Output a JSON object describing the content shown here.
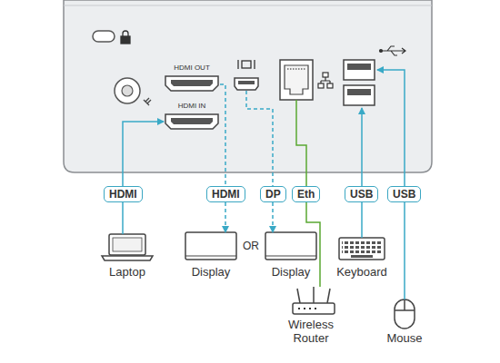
{
  "diagram": {
    "nodes": [
      {
        "text": [
          "HDMI OUT"
        ]
      },
      {
        "text": [
          "HDMI IN"
        ]
      },
      {
        "text": [
          "HDMI"
        ]
      },
      {
        "text": [
          "HDMI"
        ]
      },
      {
        "text": [
          "DP"
        ]
      },
      {
        "text": [
          "Eth"
        ]
      },
      {
        "text": [
          "USB"
        ]
      },
      {
        "text": [
          "USB"
        ]
      },
      {
        "text": [
          "Laptop"
        ]
      },
      {
        "text": [
          "Display"
        ]
      },
      {
        "text": [
          "Display"
        ]
      },
      {
        "text": [
          "Keyboard"
        ]
      },
      {
        "text": [
          "Wireless Router"
        ]
      },
      {
        "text": [
          "Mouse"
        ]
      }
    ],
    "edges": [
      {
        "from": 8,
        "to": 2,
        "arrow": "none"
      },
      {
        "from": 2,
        "to": 1,
        "arrow": "to"
      },
      {
        "from": 0,
        "to": 3,
        "arrow": "none"
      },
      {
        "from": 3,
        "to": 9,
        "arrow": "to"
      },
      {
        "from": 4,
        "to": 10,
        "arrow": "to"
      },
      {
        "from": 5,
        "to": 12,
        "arrow": "none"
      },
      {
        "from": 11,
        "to": 6,
        "arrow": "none"
      },
      {
        "from": 13,
        "to": 7,
        "arrow": "none"
      }
    ],
    "labels": [
      "OR"
    ]
  }
}
